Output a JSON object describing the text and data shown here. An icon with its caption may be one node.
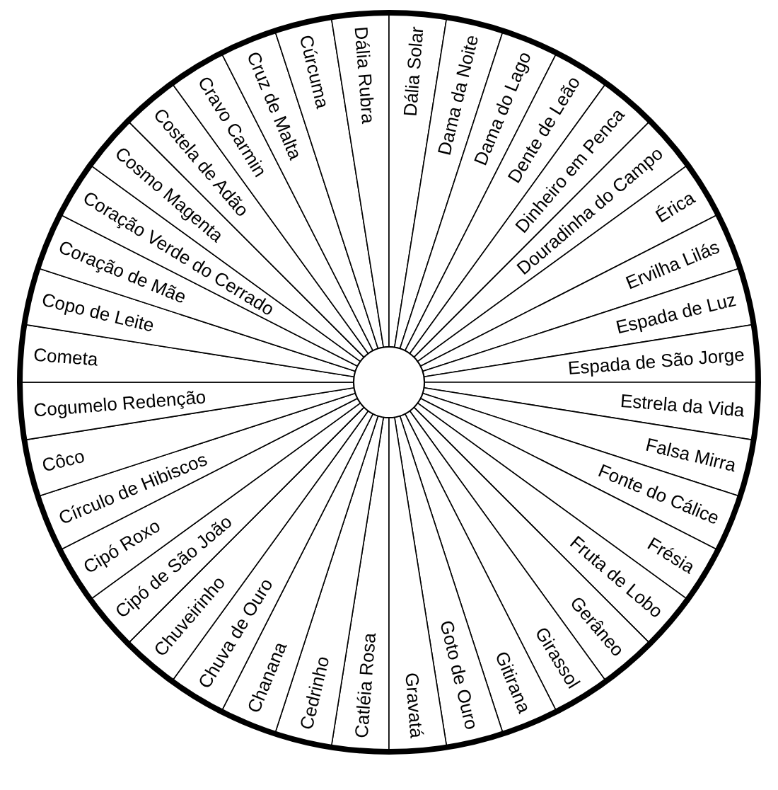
{
  "diagram": {
    "nodes": [
      {
        "text": [
          "Catléia Rosa"
        ]
      },
      {
        "text": [
          "Cedrinho"
        ]
      },
      {
        "text": [
          "Chanana"
        ]
      },
      {
        "text": [
          "Chuva de Ouro"
        ]
      },
      {
        "text": [
          "Chuveirinho"
        ]
      },
      {
        "text": [
          "Cipó de São João"
        ]
      },
      {
        "text": [
          "Cipó Roxo"
        ]
      },
      {
        "text": [
          "Círculo de Hibiscos"
        ]
      },
      {
        "text": [
          "Côco"
        ]
      },
      {
        "text": [
          "Cogumelo Redenção"
        ]
      },
      {
        "text": [
          "Cometa"
        ]
      },
      {
        "text": [
          "Copo de Leite"
        ]
      },
      {
        "text": [
          "Coração de Mãe"
        ]
      },
      {
        "text": [
          "Coração Verde do Cerrado"
        ]
      },
      {
        "text": [
          "Cosmo Magenta"
        ]
      },
      {
        "text": [
          "Costela de Adão"
        ]
      },
      {
        "text": [
          "Cravo Carmin"
        ]
      },
      {
        "text": [
          "Cruz de Malta"
        ]
      },
      {
        "text": [
          "Cúrcuma"
        ]
      },
      {
        "text": [
          "Dália Rubra"
        ]
      },
      {
        "text": [
          "Dália Solar"
        ]
      },
      {
        "text": [
          "Dama da Noite"
        ]
      },
      {
        "text": [
          "Dama do Lago"
        ]
      },
      {
        "text": [
          "Dente de Leão"
        ]
      },
      {
        "text": [
          "Dinheiro em Penca"
        ]
      },
      {
        "text": [
          "Douradinha do Campo"
        ]
      },
      {
        "text": [
          "Érica"
        ]
      },
      {
        "text": [
          "Ervilha Lilás"
        ]
      },
      {
        "text": [
          "Espada de Luz"
        ]
      },
      {
        "text": [
          "Espada de São Jorge"
        ]
      },
      {
        "text": [
          "Estrela da Vida"
        ]
      },
      {
        "text": [
          "Falsa Mirra"
        ]
      },
      {
        "text": [
          "Fonte do Cálice"
        ]
      },
      {
        "text": [
          "Frésia"
        ]
      },
      {
        "text": [
          "Fruta de Lobo"
        ]
      },
      {
        "text": [
          "Gerâneo"
        ]
      },
      {
        "text": [
          "Girassol"
        ]
      },
      {
        "text": [
          "Gitirana"
        ]
      },
      {
        "text": [
          "Goto de Ouro"
        ]
      },
      {
        "text": [
          "Gravatá"
        ]
      }
    ]
  }
}
